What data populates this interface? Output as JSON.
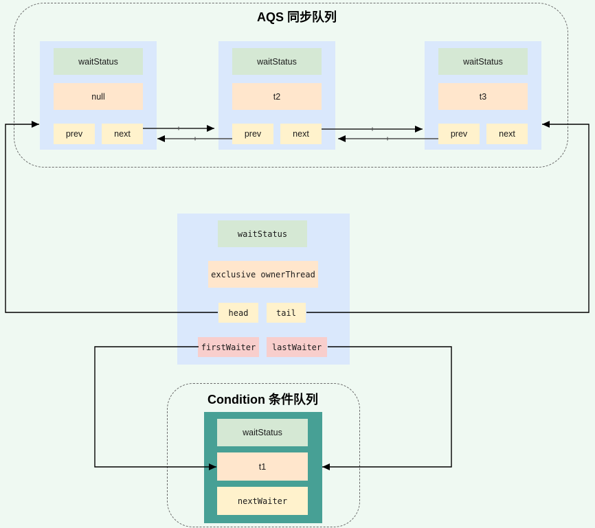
{
  "sync_queue": {
    "title": "AQS 同步队列",
    "nodes": [
      {
        "wait_status": "waitStatus",
        "value": "null",
        "prev": "prev",
        "next": "next"
      },
      {
        "wait_status": "waitStatus",
        "value": "t2",
        "prev": "prev",
        "next": "next"
      },
      {
        "wait_status": "waitStatus",
        "value": "t3",
        "prev": "prev",
        "next": "next"
      }
    ]
  },
  "aqs_object": {
    "wait_status": "waitStatus",
    "owner": "exclusive ownerThread",
    "head": "head",
    "tail": "tail",
    "first_waiter": "firstWaiter",
    "last_waiter": "lastWaiter"
  },
  "condition_queue": {
    "title": "Condition 条件队列",
    "node": {
      "wait_status": "waitStatus",
      "value": "t1",
      "next_waiter": "nextWaiter"
    }
  },
  "colors": {
    "page_background": "#EFF9F2",
    "node_fill": "#DAE8FC",
    "wait_status_fill": "#D5E8D4",
    "thread_fill": "#FFE6CC",
    "pointer_fill": "#FFF2CC",
    "waiter_fill": "#F8CECC",
    "condition_node_fill": "#47A095",
    "connector_line": "#000000",
    "dashed_border": "#6B6B6B"
  }
}
